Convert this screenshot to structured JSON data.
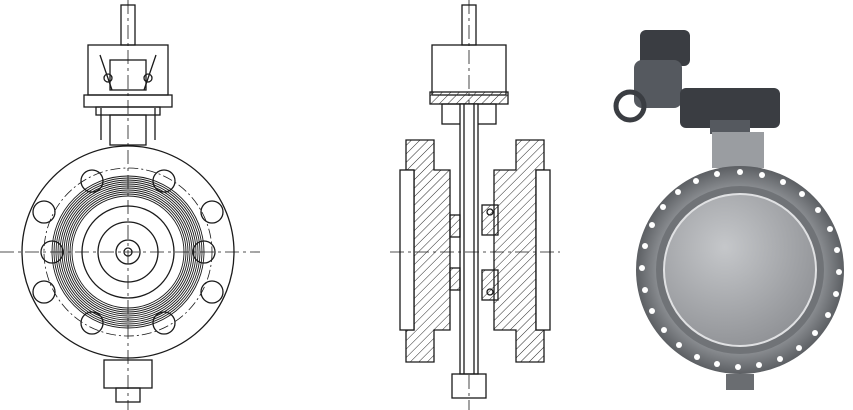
{
  "colors": {
    "line": "#1a1a1a",
    "hatch": "#2a2a2a",
    "background": "#ffffff",
    "actuator_dark": "#3a3d42",
    "actuator_mid": "#55595f",
    "flange_metal": "#8a8d91",
    "disc_metal": "#a9abae",
    "bolt_hole": "#ffffff"
  },
  "views": [
    {
      "id": "front-view",
      "kind": "line-drawing"
    },
    {
      "id": "section-view",
      "kind": "hatched-cross-section"
    },
    {
      "id": "product-photo",
      "kind": "rendered-photo"
    }
  ]
}
